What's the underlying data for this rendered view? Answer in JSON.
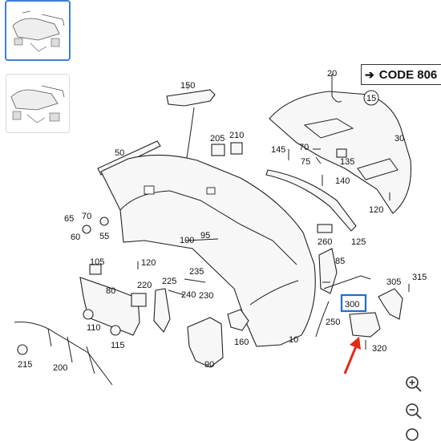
{
  "thumbnails": [
    {
      "id": "thumb-1",
      "active": true
    },
    {
      "id": "thumb-2",
      "active": false
    }
  ],
  "code_label": "CODE 806",
  "part_numbers": {
    "p10": "10",
    "p15": "15",
    "p20": "20",
    "p30": "30",
    "p50": "50",
    "p55": "55",
    "p60": "60",
    "p65": "65",
    "p70": "70",
    "p75": "75",
    "p80": "80",
    "p85": "85",
    "p90": "90",
    "p95": "95",
    "p100": "100",
    "p105": "105",
    "p110": "110",
    "p115": "115",
    "p120a": "120",
    "p120b": "120",
    "p125": "125",
    "p135": "135",
    "p140": "140",
    "p145": "145",
    "p150": "150",
    "p160": "160",
    "p200": "200",
    "p205": "205",
    "p210": "210",
    "p215": "215",
    "p220": "220",
    "p225": "225",
    "p230": "230",
    "p235": "235",
    "p240": "240",
    "p250": "250",
    "p260": "260",
    "p300": "300",
    "p305": "305",
    "p315": "315",
    "p320": "320"
  },
  "highlight": {
    "part": "300",
    "color": "#1b6dd6",
    "arrow_color": "#e02a1a"
  },
  "zoom_controls": [
    {
      "name": "zoom-in-icon"
    },
    {
      "name": "zoom-out-icon"
    },
    {
      "name": "zoom-reset-icon"
    }
  ]
}
